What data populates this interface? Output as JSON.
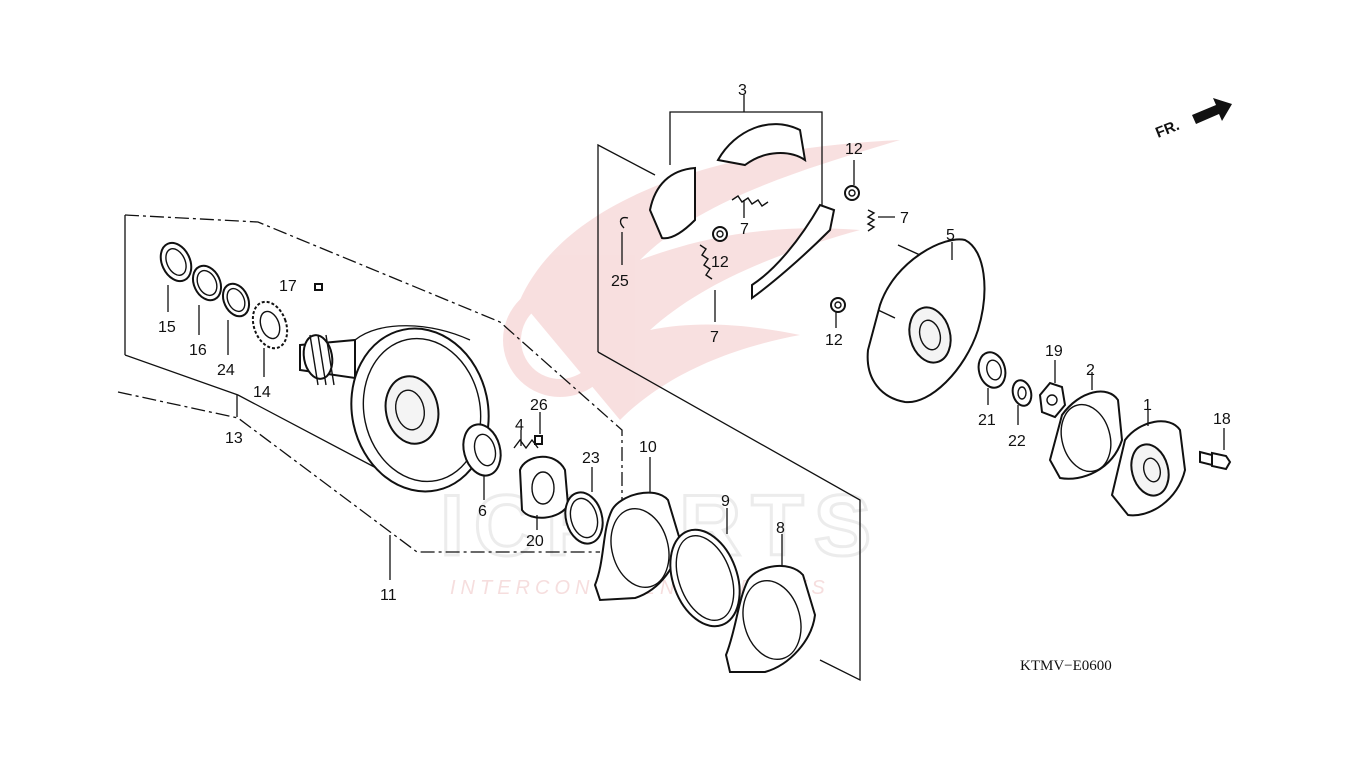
{
  "diagram": {
    "code": "KTMV−E0600",
    "direction_label": "FR.",
    "watermark": {
      "brand": "ICPARTS",
      "tagline": "INTERCONTINENTAL PARTS"
    },
    "callouts": [
      {
        "id": "c1",
        "label": "1"
      },
      {
        "id": "c2",
        "label": "2"
      },
      {
        "id": "c3",
        "label": "3"
      },
      {
        "id": "c4",
        "label": "4"
      },
      {
        "id": "c5",
        "label": "5"
      },
      {
        "id": "c6",
        "label": "6"
      },
      {
        "id": "c7a",
        "label": "7"
      },
      {
        "id": "c7b",
        "label": "7"
      },
      {
        "id": "c7c",
        "label": "7"
      },
      {
        "id": "c8",
        "label": "8"
      },
      {
        "id": "c9",
        "label": "9"
      },
      {
        "id": "c10",
        "label": "10"
      },
      {
        "id": "c11",
        "label": "11"
      },
      {
        "id": "c12a",
        "label": "12"
      },
      {
        "id": "c12b",
        "label": "12"
      },
      {
        "id": "c12c",
        "label": "12"
      },
      {
        "id": "c13",
        "label": "13"
      },
      {
        "id": "c14",
        "label": "14"
      },
      {
        "id": "c15",
        "label": "15"
      },
      {
        "id": "c16",
        "label": "16"
      },
      {
        "id": "c17",
        "label": "17"
      },
      {
        "id": "c18",
        "label": "18"
      },
      {
        "id": "c19",
        "label": "19"
      },
      {
        "id": "c20",
        "label": "20"
      },
      {
        "id": "c21",
        "label": "21"
      },
      {
        "id": "c22",
        "label": "22"
      },
      {
        "id": "c23",
        "label": "23"
      },
      {
        "id": "c24",
        "label": "24"
      },
      {
        "id": "c25",
        "label": "25"
      },
      {
        "id": "c26",
        "label": "26"
      }
    ]
  }
}
